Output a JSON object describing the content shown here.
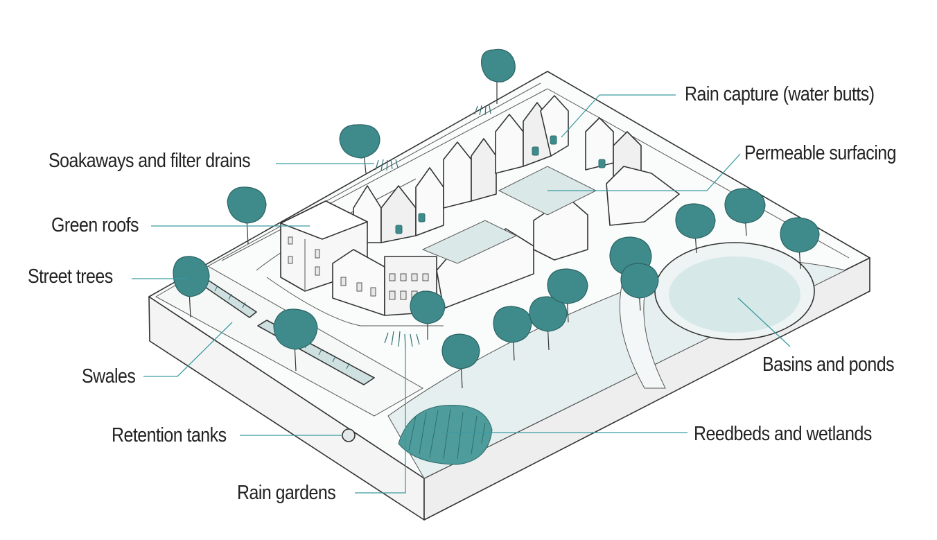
{
  "colors": {
    "tree": "#3f8a8a",
    "tree_dark": "#2f6f70",
    "water": "#d7e8e8",
    "ground": "#f1f5f5",
    "leader": "#3b9aa0",
    "ink": "#333333"
  },
  "labels": {
    "rain_capture": "Rain capture (water butts)",
    "soakaways": "Soakaways and filter drains",
    "permeable": "Permeable surfacing",
    "green_roofs": "Green roofs",
    "street_trees": "Street trees",
    "swales": "Swales",
    "basins": "Basins and ponds",
    "retention": "Retention tanks",
    "reedbeds": "Reedbeds and wetlands",
    "rain_gardens": "Rain gardens"
  }
}
